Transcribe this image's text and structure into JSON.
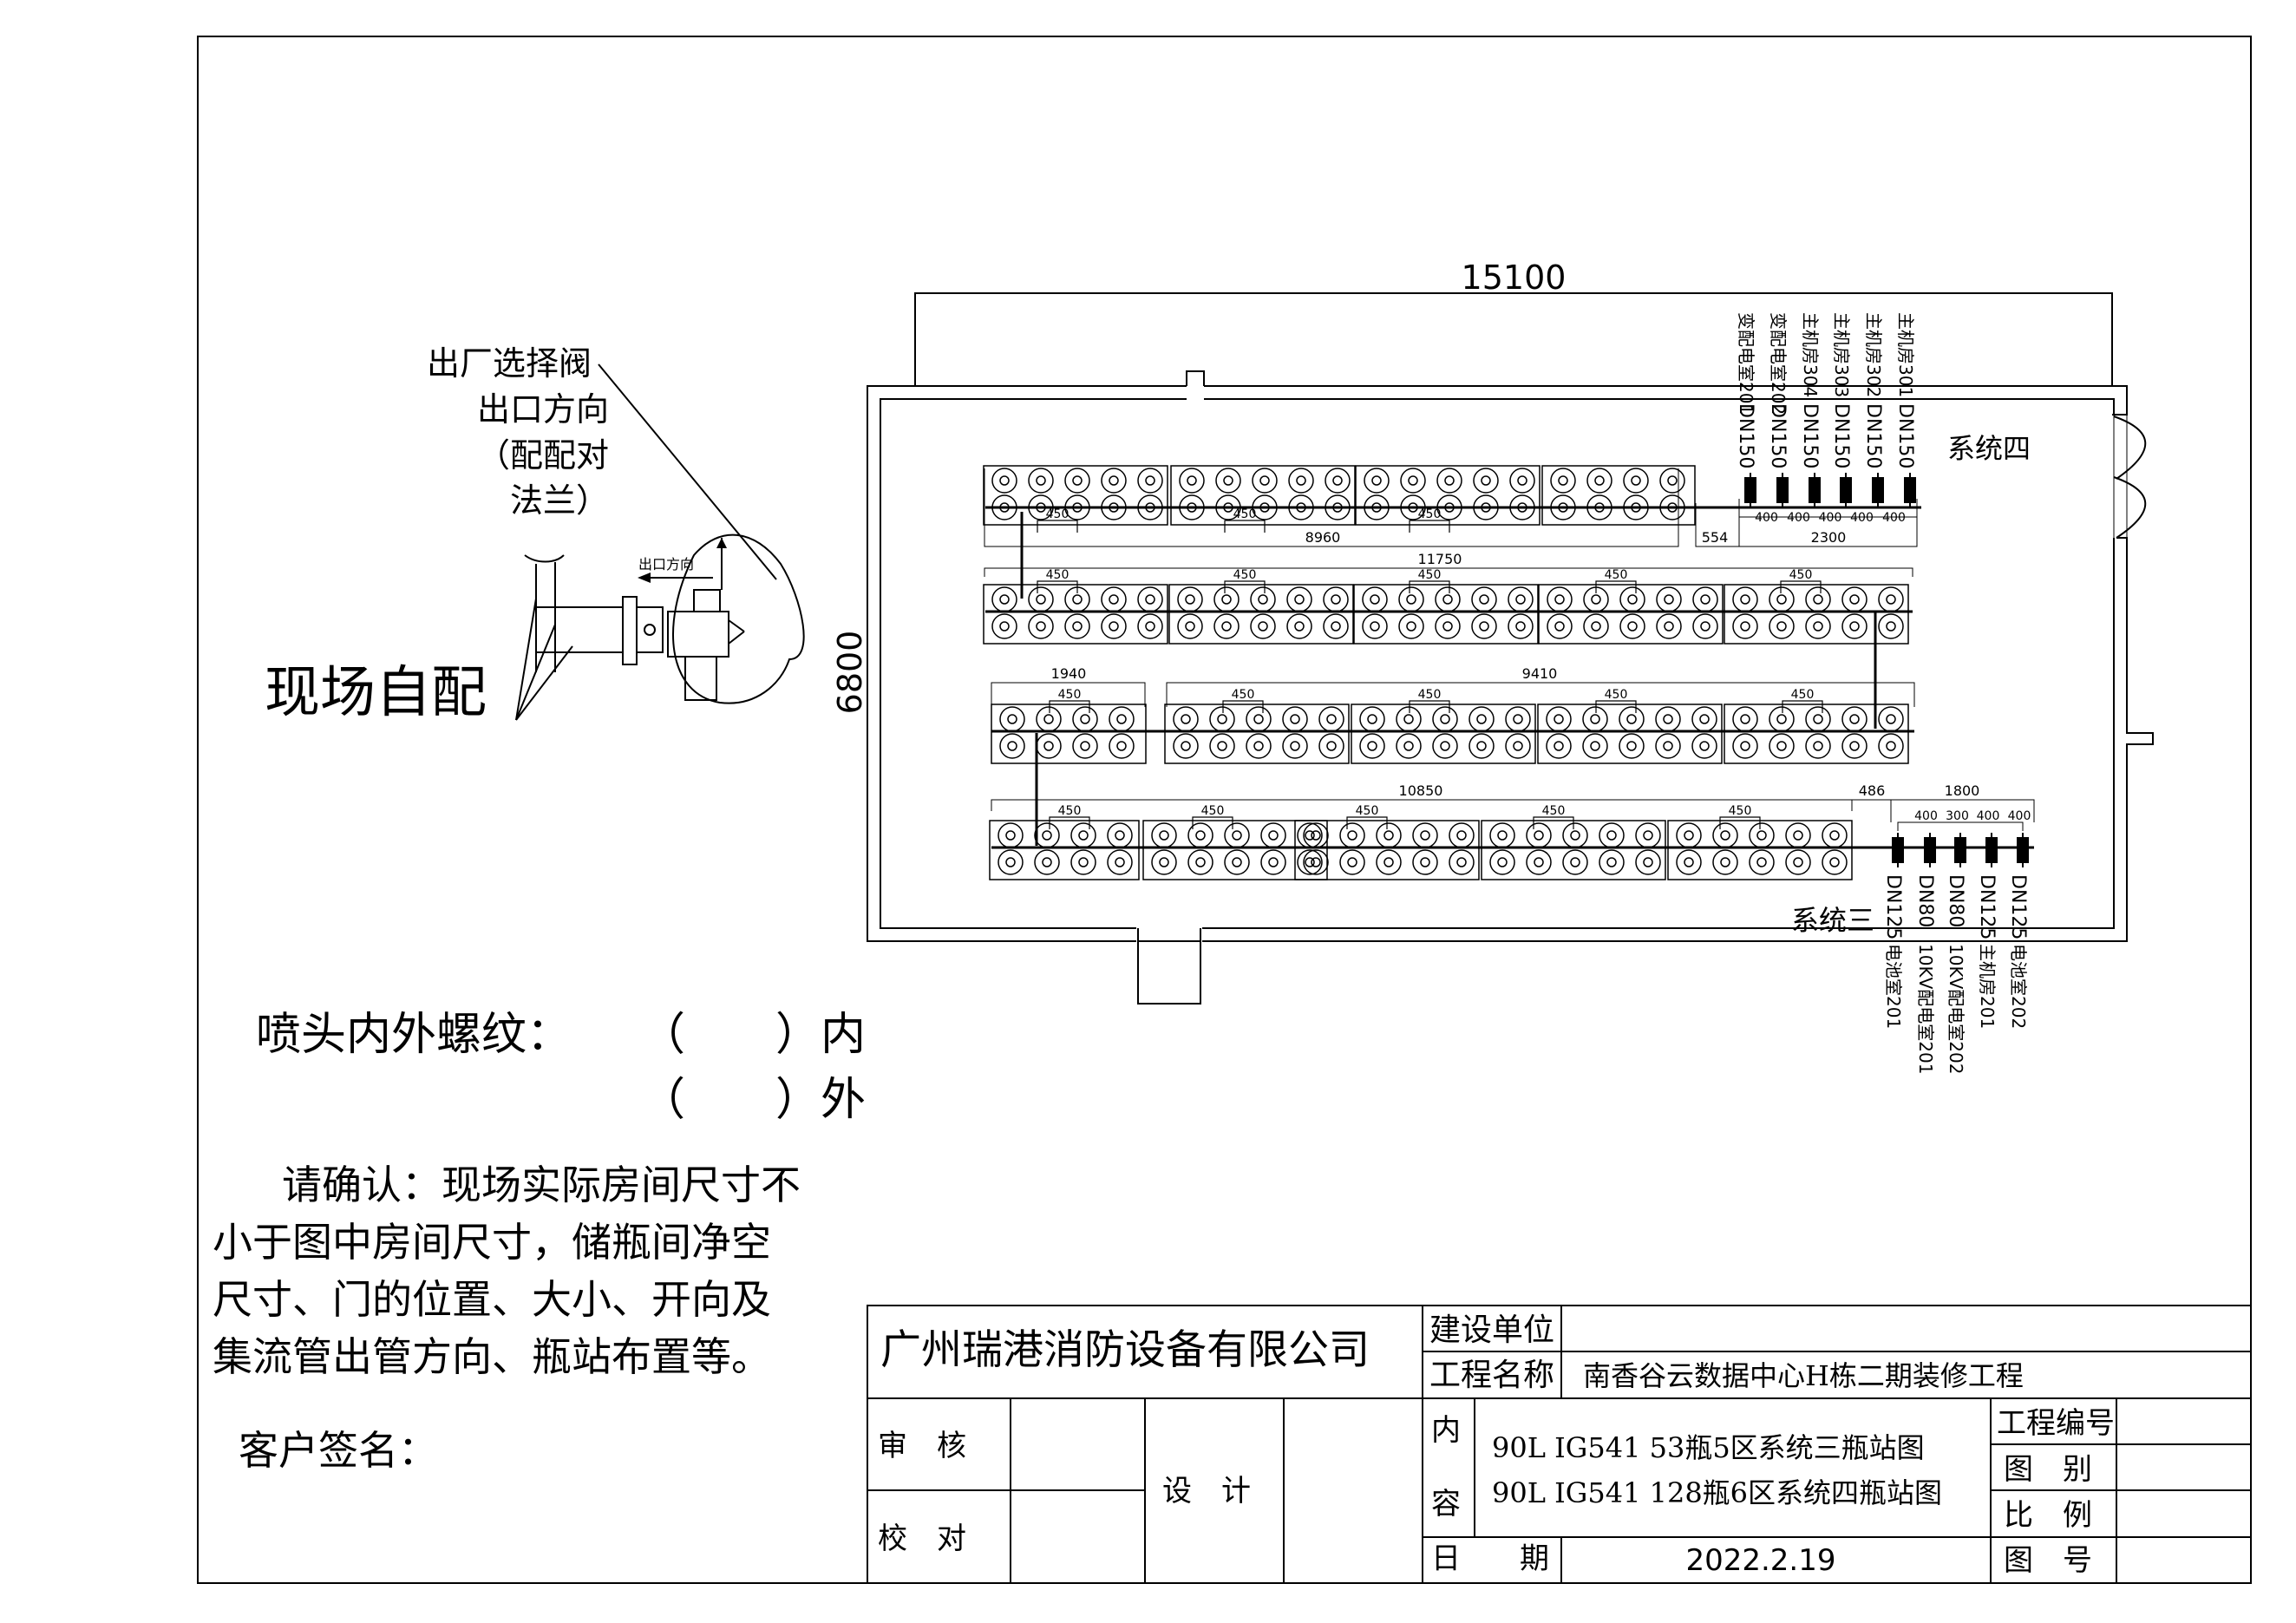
{
  "left_notes": {
    "callout_lines": [
      "出厂选择阀",
      "出口方向",
      "（配配对",
      "法兰）"
    ],
    "valve_arrow_label": "出口方向",
    "field_label": "现场自配",
    "nozzle_thread_label": "喷头内外螺纹：",
    "thread_inner": "（　　）内",
    "thread_outer": "（　　）外",
    "confirm_lines": [
      "请确认：现场实际房间尺寸不",
      "小于图中房间尺寸，储瓶间净空",
      "尺寸、门的位置、大小、开向及",
      "集流管出管方向、瓶站布置等。"
    ],
    "customer_sign_label": "客户签名："
  },
  "plan": {
    "overall_width": "15100",
    "overall_depth": "6800",
    "system4_label": "系统四",
    "system3_label": "系统三",
    "row1": {
      "length": "8960",
      "segment": "554",
      "manifold": "2300",
      "spacing": "450"
    },
    "row2": {
      "length": "11750",
      "spacing": "450"
    },
    "row3": {
      "small_length": "1940",
      "length": "9410",
      "spacing": "450"
    },
    "row4": {
      "length": "10850",
      "segment": "486",
      "manifold": "1800",
      "spacing": "450"
    },
    "sys4_valves": [
      {
        "size": "DN150",
        "zone": "变配电室201"
      },
      {
        "size": "DN150",
        "zone": "变配电室202"
      },
      {
        "size": "DN150",
        "zone": "主机房304"
      },
      {
        "size": "DN150",
        "zone": "主机房303"
      },
      {
        "size": "DN150",
        "zone": "主机房302"
      },
      {
        "size": "DN150",
        "zone": "主机房301"
      }
    ],
    "sys4_gaps": [
      "400",
      "400",
      "400",
      "400",
      "400"
    ],
    "sys3_valves": [
      {
        "size": "DN125",
        "zone": "电池室201"
      },
      {
        "size": "DN80",
        "zone": "10KV配电室201"
      },
      {
        "size": "DN80",
        "zone": "10KV配电室202"
      },
      {
        "size": "DN125",
        "zone": "主机房201"
      },
      {
        "size": "DN125",
        "zone": "电池室202"
      }
    ],
    "sys3_gaps": [
      "400",
      "300",
      "400",
      "400"
    ]
  },
  "title_block": {
    "company": "广州瑞港消防设备有限公司",
    "build_unit_label": "建设单位",
    "build_unit_value": "",
    "project_name_label": "工程名称",
    "project_name_value": "南香谷云数据中心H栋二期装修工程",
    "review_label": "审　核",
    "check_label": "校　对",
    "design_label": "设　计",
    "content_label_1": "内",
    "content_label_2": "容",
    "content_line_1": "90L IG541  53瓶5区系统三瓶站图",
    "content_line_2": "90L IG541  128瓶6区系统四瓶站图",
    "date_label": "日　　期",
    "date_value": "2022.2.19",
    "project_no_label": "工程编号",
    "drawing_type_label": "图　别",
    "scale_label": "比　例",
    "drawing_no_label": "图　号"
  }
}
